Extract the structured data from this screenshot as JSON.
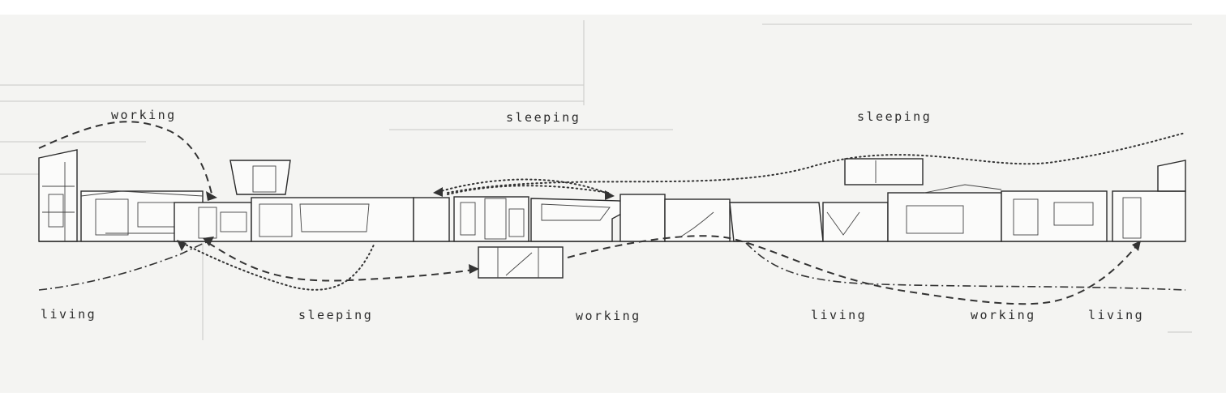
{
  "labels": {
    "top_left": "working",
    "top_center": "sleeping",
    "top_right": "sleeping",
    "bottom_1": "living",
    "bottom_2": "sleeping",
    "bottom_3": "working",
    "bottom_4": "living",
    "bottom_5": "working",
    "bottom_6": "living"
  },
  "colors": {
    "paper": "#f4f4f2",
    "ink": "#2a2a2a",
    "ghost_lines": "#c9c9c6"
  }
}
